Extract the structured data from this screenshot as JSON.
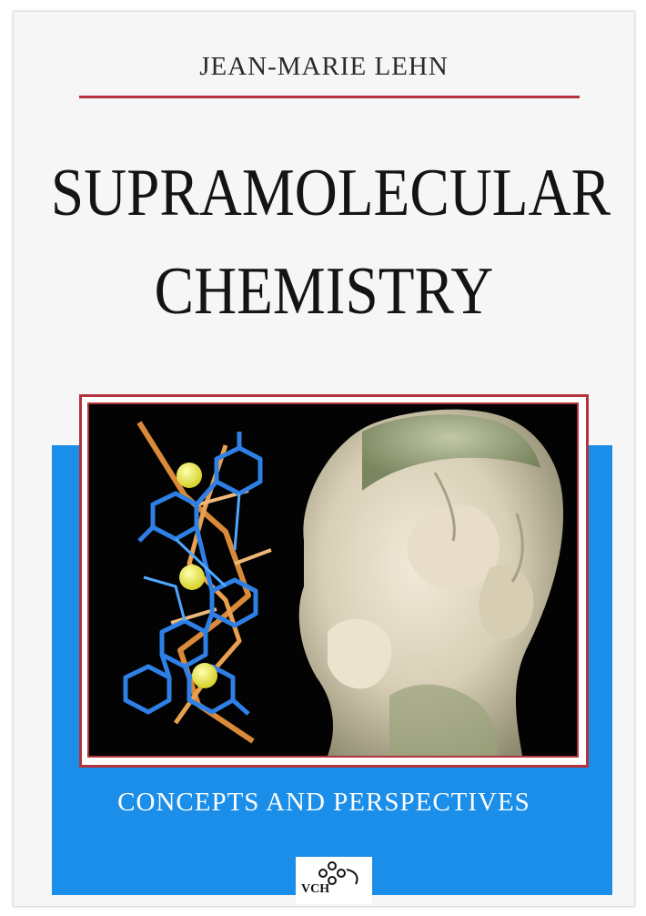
{
  "cover": {
    "author": "JEAN-MARIE LEHN",
    "title_line1": "SUPRAMOLECULAR",
    "title_line2": "CHEMISTRY",
    "subtitle": "CONCEPTS AND PERSPECTIVES",
    "publisher": "VCH"
  },
  "colors": {
    "accent_rule": "#b3323c",
    "panel_blue": "#1a8ee8",
    "background": "#f6f6f6"
  },
  "images": {
    "molecule": "helical-molecular-model",
    "sculpture": "stone-sculpture"
  },
  "icons": {
    "publisher_logo": "vch-logo-icon"
  }
}
